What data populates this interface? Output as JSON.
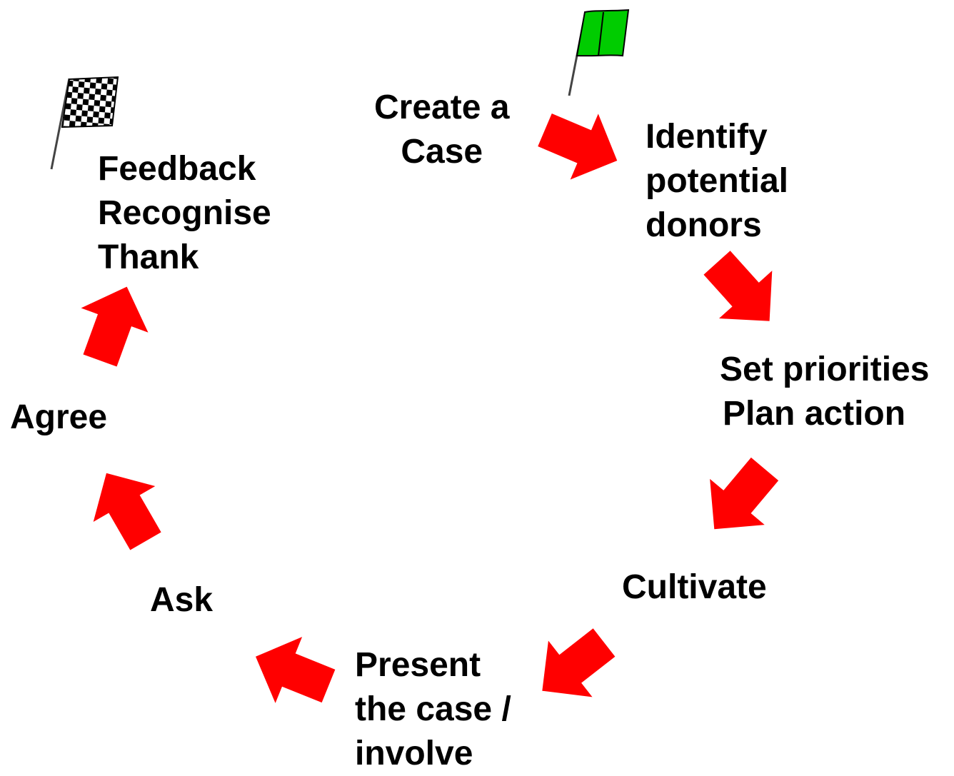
{
  "steps": {
    "create_case": [
      "Create a",
      "Case"
    ],
    "identify": [
      "Identify",
      "potential",
      "donors"
    ],
    "set_priorities": [
      "Set priorities",
      "Plan action"
    ],
    "cultivate": [
      "Cultivate"
    ],
    "present": [
      "Present",
      "the case /",
      "involve"
    ],
    "ask": [
      "Ask"
    ],
    "agree": [
      "Agree"
    ],
    "feedback": [
      "Feedback",
      "Recognise",
      "Thank"
    ]
  },
  "icons": {
    "start": "green-start-flag-icon",
    "finish": "checkered-finish-flag-icon",
    "arrow": "red-block-arrow-icon"
  },
  "colors": {
    "arrow": "#ff0000",
    "start_flag": "#00cc00",
    "text": "#000000"
  }
}
